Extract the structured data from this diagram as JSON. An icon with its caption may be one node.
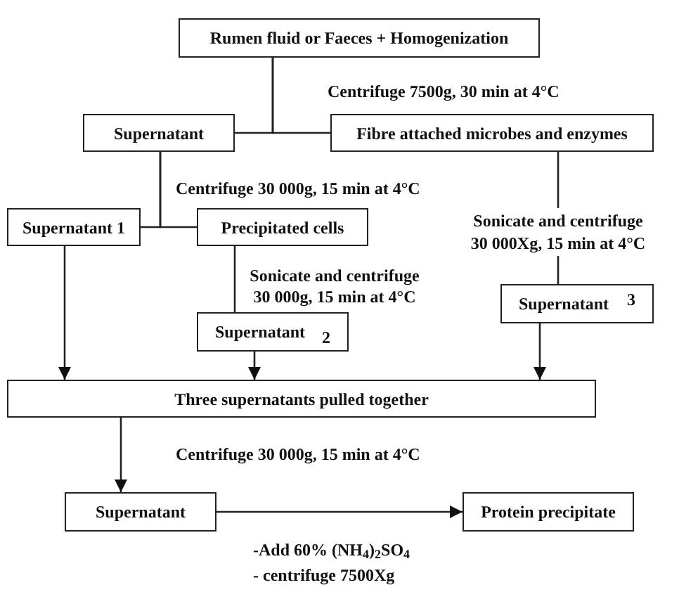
{
  "diagram": {
    "nodes": [
      {
        "text": [
          "Rumen fluid or Faeces + Homogenization"
        ]
      },
      {
        "text": [
          "Supernatant"
        ]
      },
      {
        "text": [
          "Fibre attached microbes and enzymes"
        ]
      },
      {
        "text": [
          "Supernatant 1"
        ]
      },
      {
        "text": [
          "Precipitated cells"
        ]
      },
      {
        "text": [
          "Supernatant",
          "2"
        ]
      },
      {
        "text": [
          "Supernatant",
          "3"
        ]
      },
      {
        "text": [
          "Three supernatants pulled together"
        ]
      },
      {
        "text": [
          "Supernatant"
        ]
      },
      {
        "text": [
          "Protein precipitate"
        ]
      }
    ],
    "edges": [
      {
        "from": 0,
        "to": 1,
        "arrow": "none"
      },
      {
        "from": 0,
        "to": 2,
        "arrow": "none"
      },
      {
        "from": 1,
        "to": 3,
        "arrow": "none"
      },
      {
        "from": 1,
        "to": 4,
        "arrow": "none"
      },
      {
        "from": 2,
        "to": 6,
        "arrow": "none",
        "label": "Sonicate and centrifuge 30 000Xg, 15 min at 4°C"
      },
      {
        "from": 4,
        "to": 5,
        "arrow": "none"
      },
      {
        "from": 3,
        "to": 7,
        "arrow": "to"
      },
      {
        "from": 5,
        "to": 7,
        "arrow": "to"
      },
      {
        "from": 6,
        "to": 7,
        "arrow": "to"
      },
      {
        "from": 7,
        "to": 8,
        "arrow": "to"
      },
      {
        "from": 8,
        "to": 9,
        "arrow": "to"
      }
    ],
    "labels": [
      "Centrifuge 7500g, 30 min at 4°C",
      "Centrifuge 30 000g, 15 min at 4°C",
      "Sonicate and centrifuge 30 000g, 15 min at 4°C",
      "Centrifuge 30 000g, 15 min at 4°C",
      "-Add 60% (NH$_{4}$)$_{2}$SO$_{4}$",
      "- centrifuge 7500Xg"
    ]
  }
}
